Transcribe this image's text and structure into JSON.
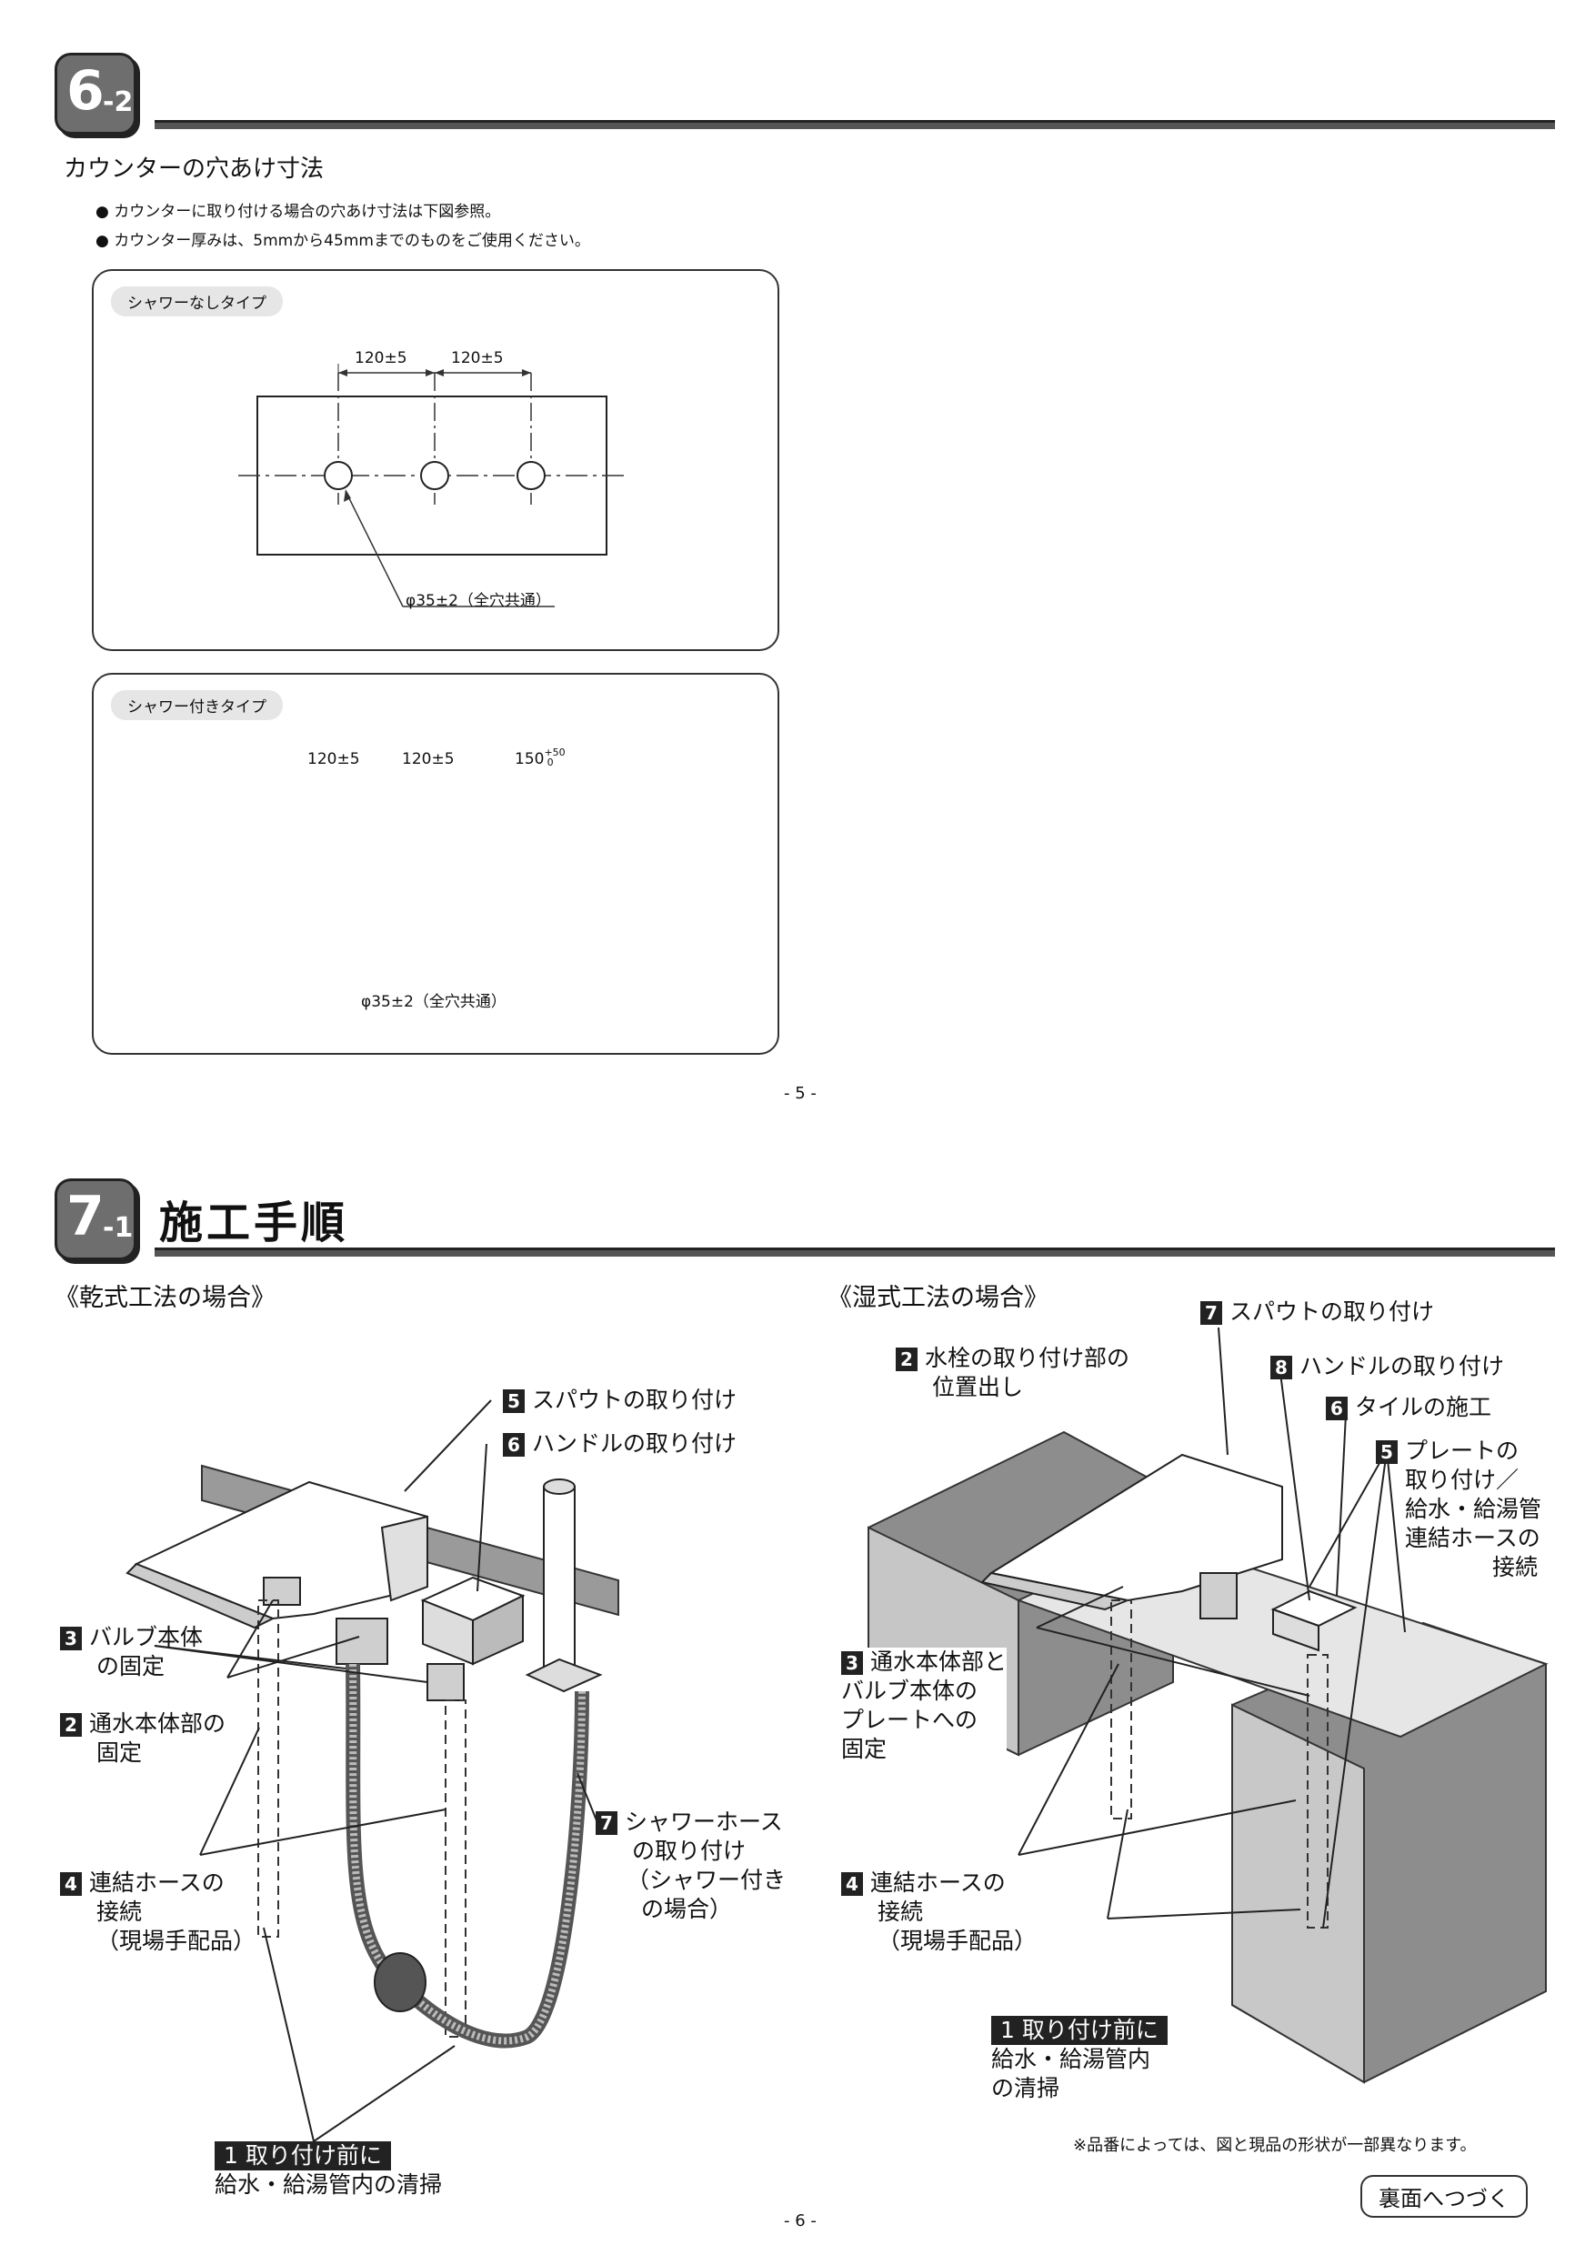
{
  "section62": {
    "badge_num": "6",
    "badge_sub": "-2",
    "subtitle": "カウンターの穴あけ寸法",
    "bullets": [
      "カウンターに取り付ける場合の穴あけ寸法は下図参照。",
      "カウンター厚みは、5mmから45mmまでのものをご使用ください。"
    ],
    "panel1": {
      "tag": "シャワーなしタイプ",
      "dims": [
        "120±5",
        "120±5"
      ],
      "hole_label": "φ35±2（全穴共通）"
    },
    "panel2": {
      "tag": "シャワー付きタイプ",
      "dims": [
        "120±5",
        "120±5",
        "150"
      ],
      "dim3_sup": "+50",
      "dim3_sub": "0",
      "hole_label": "φ35±2（全穴共通）"
    },
    "page_number": "- 5 -"
  },
  "section71": {
    "badge_num": "7",
    "badge_sub": "-1",
    "title": "施工手順",
    "dry": {
      "heading": "《乾式工法の場合》",
      "labels": {
        "s5_num": "5",
        "s5": "スパウトの取り付け",
        "s6_num": "6",
        "s6": "ハンドルの取り付け",
        "s3_num": "3",
        "s3a": "バルブ本体",
        "s3b": "の固定",
        "s2_num": "2",
        "s2a": "通水本体部の",
        "s2b": "固定",
        "s4_num": "4",
        "s4a": "連結ホースの",
        "s4b": "接続",
        "s4c": "（現場手配品）",
        "s7_num": "7",
        "s7a": "シャワーホース",
        "s7b": "の取り付け",
        "s7c": "（シャワー付き",
        "s7d": "の場合）",
        "s1": "1 取り付け前に",
        "s1b": "給水・給湯管内の清掃"
      }
    },
    "wet": {
      "heading": "《湿式工法の場合》",
      "labels": {
        "s7_num": "7",
        "s7": "スパウトの取り付け",
        "s2_num": "2",
        "s2a": "水栓の取り付け部の",
        "s2b": "位置出し",
        "s8_num": "8",
        "s8": "ハンドルの取り付け",
        "s6_num": "6",
        "s6": "タイルの施工",
        "s5_num": "5",
        "s5a": "プレートの",
        "s5b": "取り付け／",
        "s5c": "給水・給湯管",
        "s5d": "連結ホースの",
        "s5e": "接続",
        "s3_num": "3",
        "s3a": "通水本体部と",
        "s3b": "バルブ本体の",
        "s3c": "プレートへの",
        "s3d": "固定",
        "s4_num": "4",
        "s4a": "連結ホースの",
        "s4b": "接続",
        "s4c": "（現場手配品）",
        "s1": "1 取り付け前に",
        "s1b": "給水・給湯管内",
        "s1c": "の清掃"
      }
    },
    "note": "※品番によっては、図と現品の形状が一部異なります。",
    "next_button": "裏面へつづく",
    "page_number": "- 6 -"
  }
}
